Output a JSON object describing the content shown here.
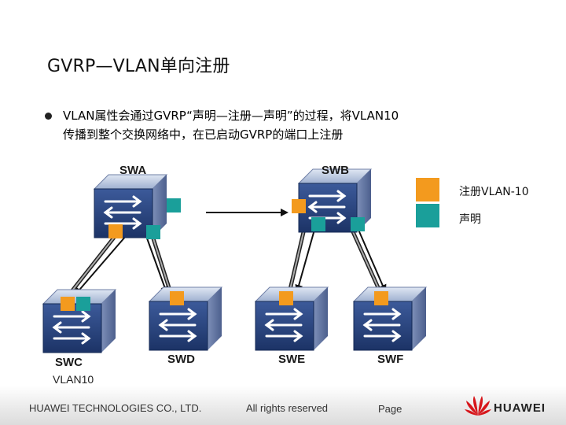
{
  "slide": {
    "title": "GVRP—VLAN单向注册",
    "bullet_line1": "VLAN属性会通过GVRP“声明—注册—声明”的过程，将VLAN10",
    "bullet_line2": "传播到整个交换网络中，在已启动GVRP的端口上注册"
  },
  "switches": {
    "swa": "SWA",
    "swb": "SWB",
    "swc": "SWC",
    "swd": "SWD",
    "swe": "SWE",
    "swf": "SWF"
  },
  "vlan_label": "VLAN10",
  "legend": {
    "register_label": "注册VLAN-10",
    "declare_label": "声明",
    "register_color": "#f39a1e",
    "declare_color": "#1a9f9a"
  },
  "footer": {
    "company": "HUAWEI TECHNOLOGIES CO., LTD.",
    "rights": "All rights reserved",
    "page": "Page",
    "logo": "HUAWEI"
  }
}
